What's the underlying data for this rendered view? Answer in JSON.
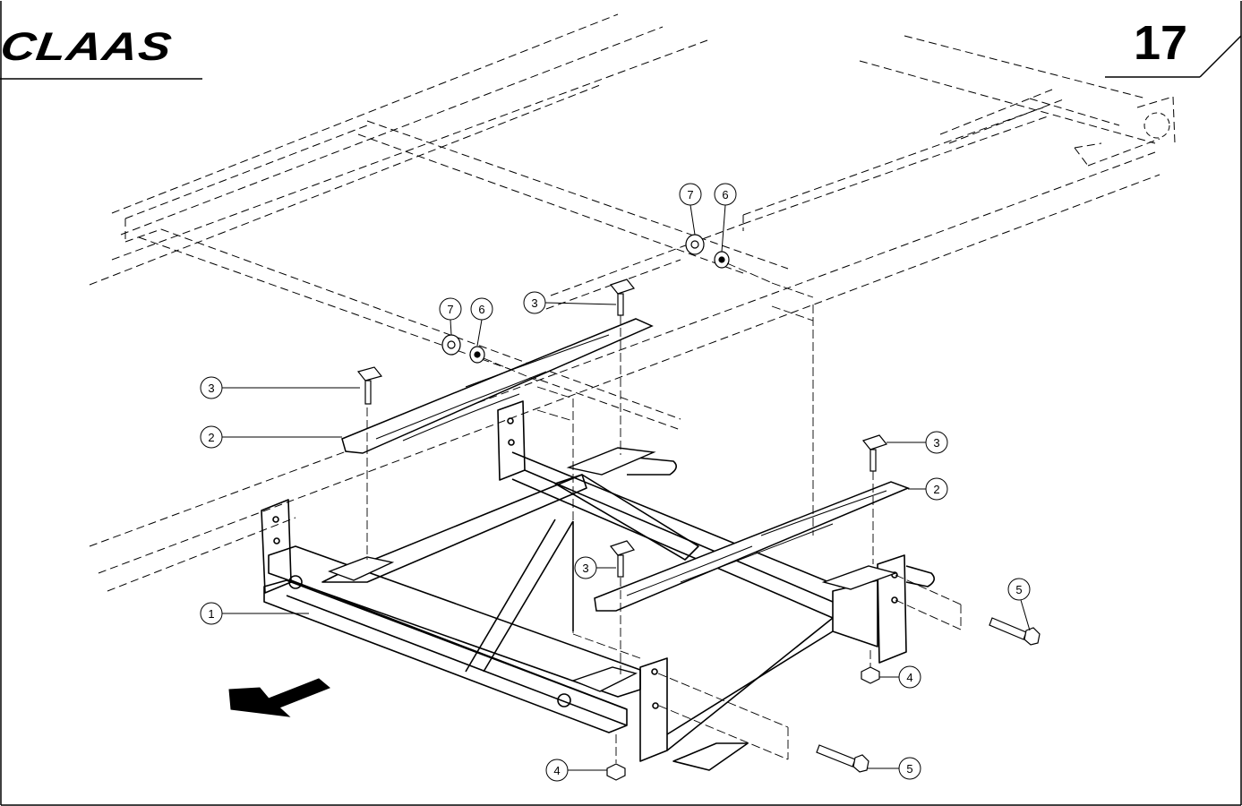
{
  "header": {
    "brand": "CLAAS",
    "page_number": "17"
  },
  "callouts": {
    "c1": "1",
    "c2a": "2",
    "c2b": "2",
    "c3a": "3",
    "c3b": "3",
    "c3c": "3",
    "c3d": "3",
    "c4a": "4",
    "c4b": "4",
    "c5a": "5",
    "c5b": "5",
    "c6a": "6",
    "c6b": "6",
    "c7a": "7",
    "c7b": "7"
  },
  "colors": {
    "ink": "#000000",
    "paper": "#ffffff"
  }
}
